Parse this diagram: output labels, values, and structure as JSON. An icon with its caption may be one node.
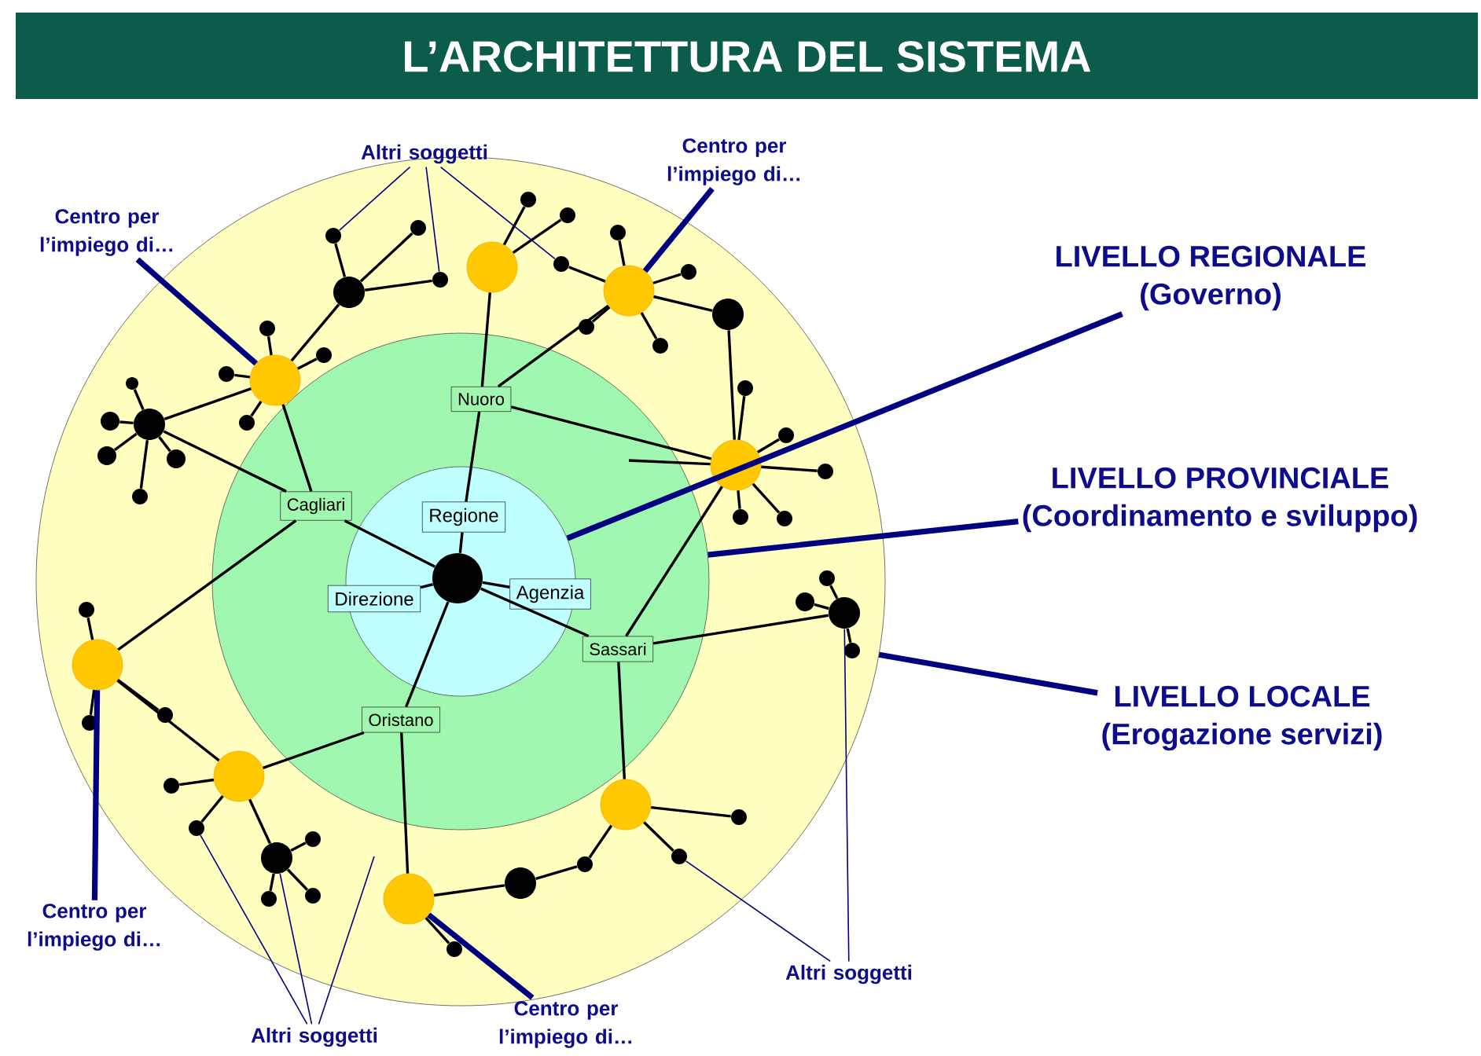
{
  "diagram": {
    "title": "L’ARCHITETTURA DEL SISTEMA",
    "nodes": [
      {
        "text": [],
        "shape": "circle"
      },
      {
        "text": [],
        "shape": "circle",
        "in": 0
      },
      {
        "text": [],
        "shape": "circle",
        "in": 1
      },
      {
        "text": [
          "Regione"
        ],
        "in": 2
      },
      {
        "text": [
          "Direzione"
        ],
        "in": 2
      },
      {
        "text": [
          "Agenzia"
        ],
        "in": 2
      },
      {
        "text": [],
        "shape": "circle",
        "in": 2
      },
      {
        "text": [
          "Nuoro"
        ],
        "in": 1
      },
      {
        "text": [
          "Cagliari"
        ],
        "in": 1
      },
      {
        "text": [
          "Sassari"
        ],
        "in": 1
      },
      {
        "text": [
          "Oristano"
        ],
        "in": 1
      },
      {
        "text": [],
        "shape": "circle",
        "in": 0
      },
      {
        "text": [],
        "shape": "circle",
        "in": 0
      },
      {
        "text": [],
        "shape": "circle",
        "in": 0
      },
      {
        "text": [],
        "shape": "circle",
        "in": 0
      },
      {
        "text": [],
        "shape": "circle",
        "in": 0
      },
      {
        "text": [],
        "shape": "circle",
        "in": 0
      },
      {
        "text": [],
        "shape": "circle",
        "in": 0
      },
      {
        "text": [],
        "shape": "circle",
        "in": 0
      },
      {
        "text": [],
        "shape": "circle",
        "in": 0
      },
      {
        "text": [],
        "shape": "circle",
        "in": 0
      },
      {
        "text": [],
        "shape": "circle",
        "in": 0
      },
      {
        "text": [],
        "shape": "circle",
        "in": 0
      },
      {
        "text": [],
        "shape": "circle",
        "in": 0
      },
      {
        "text": [],
        "shape": "circle",
        "in": 0
      },
      {
        "text": [],
        "shape": "circle",
        "in": 0
      },
      {
        "text": [],
        "shape": "circle",
        "in": 0
      },
      {
        "text": [],
        "shape": "circle",
        "in": 0
      },
      {
        "text": [],
        "shape": "circle",
        "in": 0
      },
      {
        "text": [],
        "shape": "circle",
        "in": 0
      },
      {
        "text": [],
        "shape": "circle",
        "in": 0
      },
      {
        "text": [],
        "shape": "circle",
        "in": 0
      },
      {
        "text": [],
        "shape": "circle",
        "in": 0
      },
      {
        "text": [],
        "shape": "circle",
        "in": 0
      },
      {
        "text": [],
        "shape": "circle",
        "in": 0
      },
      {
        "text": [],
        "shape": "circle",
        "in": 0
      },
      {
        "text": [],
        "shape": "circle",
        "in": 0
      },
      {
        "text": [],
        "shape": "circle",
        "in": 0
      },
      {
        "text": [],
        "shape": "circle",
        "in": 0
      },
      {
        "text": [],
        "shape": "circle",
        "in": 0
      },
      {
        "text": [],
        "shape": "circle",
        "in": 0
      },
      {
        "text": [],
        "shape": "circle",
        "in": 0
      },
      {
        "text": [],
        "shape": "circle",
        "in": 0
      },
      {
        "text": [],
        "shape": "circle",
        "in": 0
      },
      {
        "text": [],
        "shape": "circle",
        "in": 0
      },
      {
        "text": [],
        "shape": "circle",
        "in": 0
      },
      {
        "text": [],
        "shape": "circle",
        "in": 0
      },
      {
        "text": [],
        "shape": "circle",
        "in": 0
      },
      {
        "text": [],
        "shape": "circle",
        "in": 0
      },
      {
        "text": [],
        "shape": "circle",
        "in": 0
      },
      {
        "text": [],
        "shape": "circle",
        "in": 0
      },
      {
        "text": [],
        "shape": "circle",
        "in": 0
      },
      {
        "text": [],
        "shape": "circle",
        "in": 0
      },
      {
        "text": [],
        "shape": "circle",
        "in": 0
      },
      {
        "text": [],
        "shape": "circle",
        "in": 0
      },
      {
        "text": [],
        "shape": "circle",
        "in": 0
      },
      {
        "text": [],
        "shape": "circle",
        "in": 0
      },
      {
        "text": [],
        "shape": "circle",
        "in": 0
      },
      {
        "text": [],
        "shape": "circle",
        "in": 0
      },
      {
        "text": [],
        "shape": "circle",
        "in": 0
      },
      {
        "text": [],
        "shape": "circle",
        "in": 0
      },
      {
        "text": [],
        "shape": "circle",
        "in": 0
      },
      {
        "text": [],
        "shape": "circle",
        "in": 0
      },
      {
        "text": [],
        "shape": "circle",
        "in": 0
      },
      {
        "text": [
          "Centro per l’impiego di…"
        ]
      },
      {
        "text": [
          "Altri soggetti"
        ]
      },
      {
        "text": [
          "Centro per l’impiego di…"
        ]
      },
      {
        "text": [
          "LIVELLO REGIONALE",
          "(Governo)"
        ]
      },
      {
        "text": [
          "LIVELLO PROVINCIALE",
          "(Coordinamento e sviluppo)"
        ]
      },
      {
        "text": [
          "LIVELLO LOCALE",
          "(Erogazione servizi)"
        ]
      },
      {
        "text": [
          "Centro per l’impiego di…"
        ]
      },
      {
        "text": [
          "Altri soggetti"
        ]
      },
      {
        "text": [
          "Altri soggetti"
        ]
      },
      {
        "text": [
          "Centro per l’impiego di…"
        ]
      }
    ],
    "edges": [
      {
        "from": 21,
        "to": 13,
        "arrow": "none"
      },
      {
        "from": 21,
        "to": 19,
        "arrow": "none"
      },
      {
        "from": 21,
        "to": 20,
        "arrow": "none"
      },
      {
        "from": 21,
        "to": 22,
        "arrow": "none"
      },
      {
        "from": 13,
        "to": 31,
        "arrow": "none"
      },
      {
        "from": 13,
        "to": 32,
        "arrow": "none"
      },
      {
        "from": 13,
        "to": 33,
        "arrow": "none"
      },
      {
        "from": 13,
        "to": 34,
        "arrow": "none"
      },
      {
        "from": 13,
        "to": 36,
        "arrow": "none"
      },
      {
        "from": 13,
        "to": 8,
        "arrow": "none"
      },
      {
        "from": 36,
        "to": 35,
        "arrow": "none"
      },
      {
        "from": 36,
        "to": 37,
        "arrow": "none"
      },
      {
        "from": 36,
        "to": 38,
        "arrow": "none"
      },
      {
        "from": 36,
        "to": 39,
        "arrow": "none"
      },
      {
        "from": 36,
        "to": 40,
        "arrow": "none"
      },
      {
        "from": 36,
        "to": 8,
        "arrow": "none"
      },
      {
        "from": 11,
        "to": 23,
        "arrow": "none"
      },
      {
        "from": 11,
        "to": 24,
        "arrow": "none"
      },
      {
        "from": 11,
        "to": 7,
        "arrow": "none"
      },
      {
        "from": 12,
        "to": 25,
        "arrow": "none"
      },
      {
        "from": 12,
        "to": 26,
        "arrow": "none"
      },
      {
        "from": 12,
        "to": 27,
        "arrow": "none"
      },
      {
        "from": 12,
        "to": 28,
        "arrow": "none"
      },
      {
        "from": 12,
        "to": 29,
        "arrow": "none"
      },
      {
        "from": 12,
        "to": 30,
        "arrow": "none"
      },
      {
        "from": 12,
        "to": 7,
        "arrow": "none"
      },
      {
        "from": 30,
        "to": 14,
        "arrow": "none"
      },
      {
        "from": 14,
        "to": 41,
        "arrow": "none"
      },
      {
        "from": 14,
        "to": 42,
        "arrow": "none"
      },
      {
        "from": 14,
        "to": 43,
        "arrow": "none"
      },
      {
        "from": 14,
        "to": 44,
        "arrow": "none"
      },
      {
        "from": 14,
        "to": 45,
        "arrow": "none"
      },
      {
        "from": 7,
        "to": 14,
        "arrow": "none"
      },
      {
        "from": 14,
        "to": 9,
        "arrow": "none"
      },
      {
        "from": null,
        "to": 14,
        "arrow": "none"
      },
      {
        "from": 9,
        "to": 48,
        "arrow": "none"
      },
      {
        "from": 48,
        "to": 46,
        "arrow": "none"
      },
      {
        "from": 48,
        "to": 47,
        "arrow": "none"
      },
      {
        "from": 48,
        "to": 49,
        "arrow": "none"
      },
      {
        "from": 7,
        "to": 3,
        "arrow": "none"
      },
      {
        "from": 6,
        "to": 3,
        "arrow": "none"
      },
      {
        "from": 6,
        "to": 4,
        "arrow": "none"
      },
      {
        "from": 6,
        "to": 5,
        "arrow": "none"
      },
      {
        "from": 6,
        "to": 8,
        "arrow": "none"
      },
      {
        "from": 6,
        "to": 9,
        "arrow": "none"
      },
      {
        "from": 6,
        "to": 10,
        "arrow": "none"
      },
      {
        "from": 8,
        "to": 15,
        "arrow": "none"
      },
      {
        "from": 15,
        "to": 50,
        "arrow": "none"
      },
      {
        "from": 15,
        "to": 51,
        "arrow": "none"
      },
      {
        "from": 15,
        "to": 52,
        "arrow": "none"
      },
      {
        "from": 15,
        "to": 16,
        "arrow": "none"
      },
      {
        "from": 10,
        "to": 16,
        "arrow": "none"
      },
      {
        "from": 16,
        "to": 53,
        "arrow": "none"
      },
      {
        "from": 16,
        "to": 54,
        "arrow": "none"
      },
      {
        "from": 16,
        "to": 55,
        "arrow": "none"
      },
      {
        "from": 55,
        "to": 56,
        "arrow": "none"
      },
      {
        "from": 55,
        "to": 57,
        "arrow": "none"
      },
      {
        "from": 55,
        "to": 58,
        "arrow": "none"
      },
      {
        "from": 10,
        "to": 18,
        "arrow": "none"
      },
      {
        "from": 18,
        "to": 62,
        "arrow": "none"
      },
      {
        "from": 62,
        "to": 61,
        "arrow": "none"
      },
      {
        "from": 61,
        "to": 17,
        "arrow": "none"
      },
      {
        "from": 17,
        "to": 59,
        "arrow": "none"
      },
      {
        "from": 17,
        "to": 60,
        "arrow": "none"
      },
      {
        "from": 9,
        "to": 17,
        "arrow": "none"
      },
      {
        "from": 18,
        "to": 63,
        "arrow": "none"
      },
      {
        "from": 64,
        "to": 13,
        "arrow": "none",
        "style": "thick",
        "color": "#000080"
      },
      {
        "from": 66,
        "to": 12,
        "arrow": "none",
        "style": "thick",
        "color": "#000080"
      },
      {
        "from": 70,
        "to": 15,
        "arrow": "none",
        "style": "thick",
        "color": "#000080"
      },
      {
        "from": 73,
        "to": 18,
        "arrow": "none",
        "style": "thick",
        "color": "#000080"
      },
      {
        "from": 67,
        "to": 2,
        "arrow": "none",
        "style": "thick",
        "color": "#000080"
      },
      {
        "from": 68,
        "to": 1,
        "arrow": "none",
        "style": "thick",
        "color": "#000080"
      },
      {
        "from": 69,
        "to": 0,
        "arrow": "none",
        "style": "thick",
        "color": "#000080"
      },
      {
        "from": 65,
        "to": 19,
        "arrow": "none",
        "color": "#000080"
      },
      {
        "from": 65,
        "to": 22,
        "arrow": "none",
        "color": "#000080"
      },
      {
        "from": 65,
        "to": 25,
        "arrow": "none",
        "color": "#000080"
      },
      {
        "from": 71,
        "to": 54,
        "arrow": "none",
        "color": "#000080"
      },
      {
        "from": 71,
        "to": 55,
        "arrow": "none",
        "color": "#000080"
      },
      {
        "from": 71,
        "to": null,
        "arrow": "none",
        "color": "#000080"
      },
      {
        "from": 72,
        "to": 60,
        "arrow": "none",
        "color": "#000080"
      },
      {
        "from": 72,
        "to": 48,
        "arrow": "none",
        "color": "#000080"
      }
    ]
  }
}
